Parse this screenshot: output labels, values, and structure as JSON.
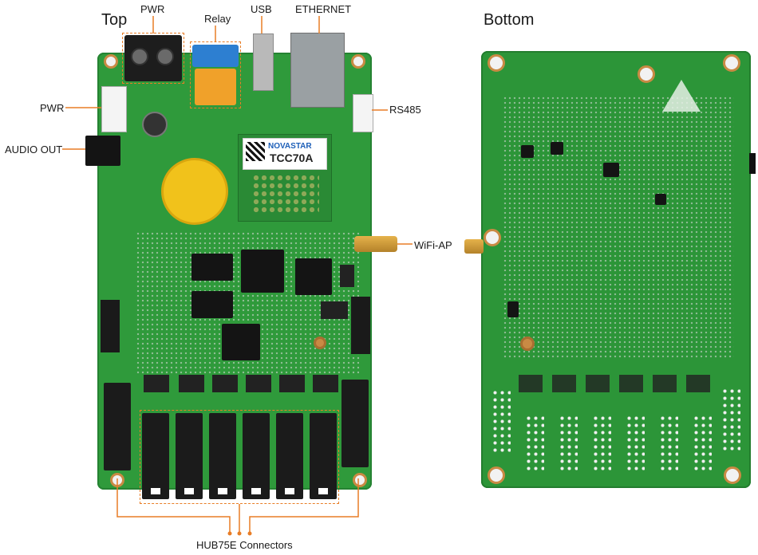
{
  "titles": {
    "top": "Top",
    "bottom": "Bottom"
  },
  "labels": {
    "pwr_terminal": "PWR",
    "relay": "Relay",
    "usb": "USB",
    "ethernet": "ETHERNET",
    "pwr_connector": "PWR",
    "audio_out": "AUDIO OUT",
    "rs485": "RS485",
    "wifi_ap": "WiFi-AP",
    "hub75e": "HUB75E Connectors"
  },
  "board_text": {
    "brand": "NOVASTAR",
    "model": "TCC70A"
  },
  "colors": {
    "pcb_green": "#2f9a3b",
    "leader_orange": "#e87d26",
    "relay_orange": "#f0a12a",
    "terminal_blue": "#2d7fd1",
    "battery_yellow": "#f1c21b"
  }
}
